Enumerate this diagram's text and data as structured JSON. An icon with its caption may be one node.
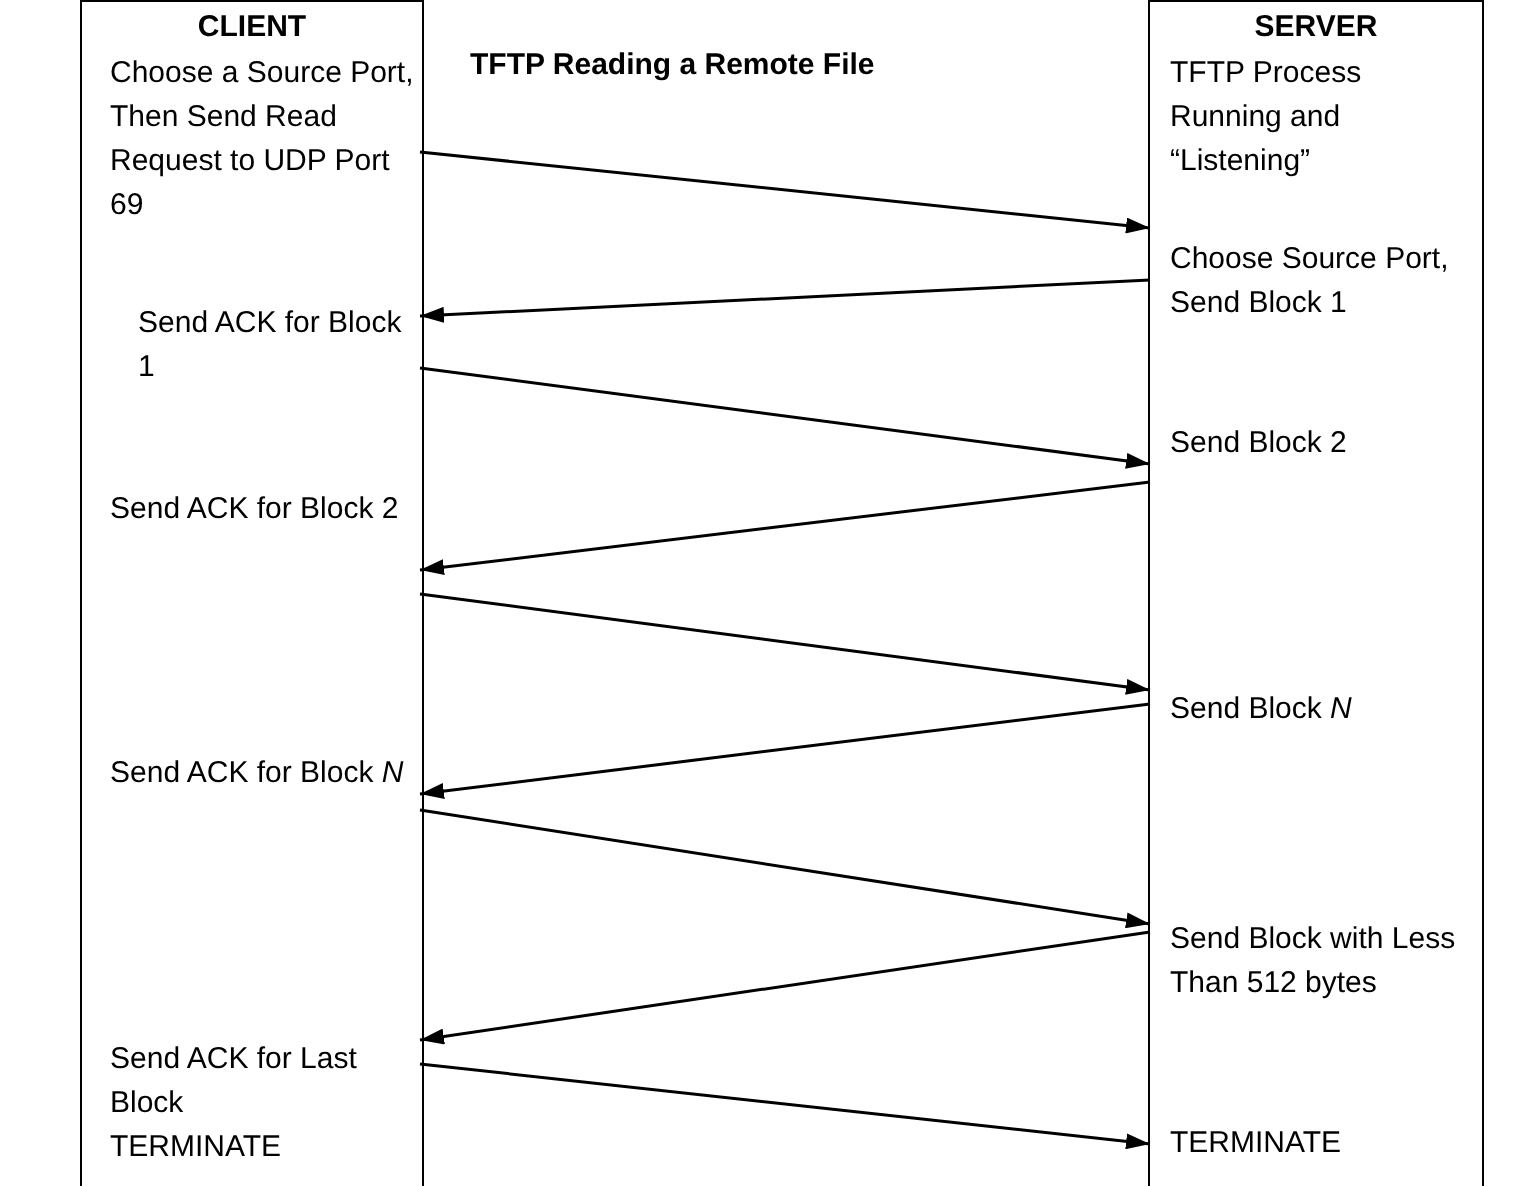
{
  "diagram": {
    "title": "TFTP Reading a Remote File",
    "nodes": [
      {
        "text": [
          "CLIENT"
        ]
      },
      {
        "text": [
          "SERVER"
        ]
      },
      {
        "text": [
          "Choose a Source Port, Then Send Read Request to UDP Port 69"
        ],
        "in": 0
      },
      {
        "text": [
          "TFTP Process Running and “Listening”"
        ],
        "in": 1
      },
      {
        "text": [
          "Choose Source Port, Send Block 1"
        ],
        "in": 1
      },
      {
        "text": [
          "Send ACK for Block 1"
        ],
        "in": 0
      },
      {
        "text": [
          "Send Block 2"
        ],
        "in": 1
      },
      {
        "text": [
          "Send ACK for Block 2"
        ],
        "in": 0
      },
      {
        "text": [
          "Send Block *N*"
        ],
        "in": 1
      },
      {
        "text": [
          "Send ACK for Block *N*"
        ],
        "in": 0
      },
      {
        "text": [
          "Send Block with Less Than 512 bytes"
        ],
        "in": 1
      },
      {
        "text": [
          "Send ACK for Last Block",
          "TERMINATE"
        ],
        "in": 0
      },
      {
        "text": [
          "TERMINATE"
        ],
        "in": 1
      }
    ],
    "edges": [
      {
        "from": 2,
        "to": 3,
        "arrow": "to"
      },
      {
        "from": 4,
        "to": 5,
        "arrow": "to"
      },
      {
        "from": 5,
        "to": 6,
        "arrow": "to"
      },
      {
        "from": 6,
        "to": 7,
        "arrow": "to"
      },
      {
        "from": 7,
        "to": 8,
        "arrow": "to"
      },
      {
        "from": 8,
        "to": 9,
        "arrow": "to"
      },
      {
        "from": 9,
        "to": 10,
        "arrow": "to"
      },
      {
        "from": 10,
        "to": 11,
        "arrow": "to"
      },
      {
        "from": 11,
        "to": 12,
        "arrow": "to"
      }
    ]
  }
}
